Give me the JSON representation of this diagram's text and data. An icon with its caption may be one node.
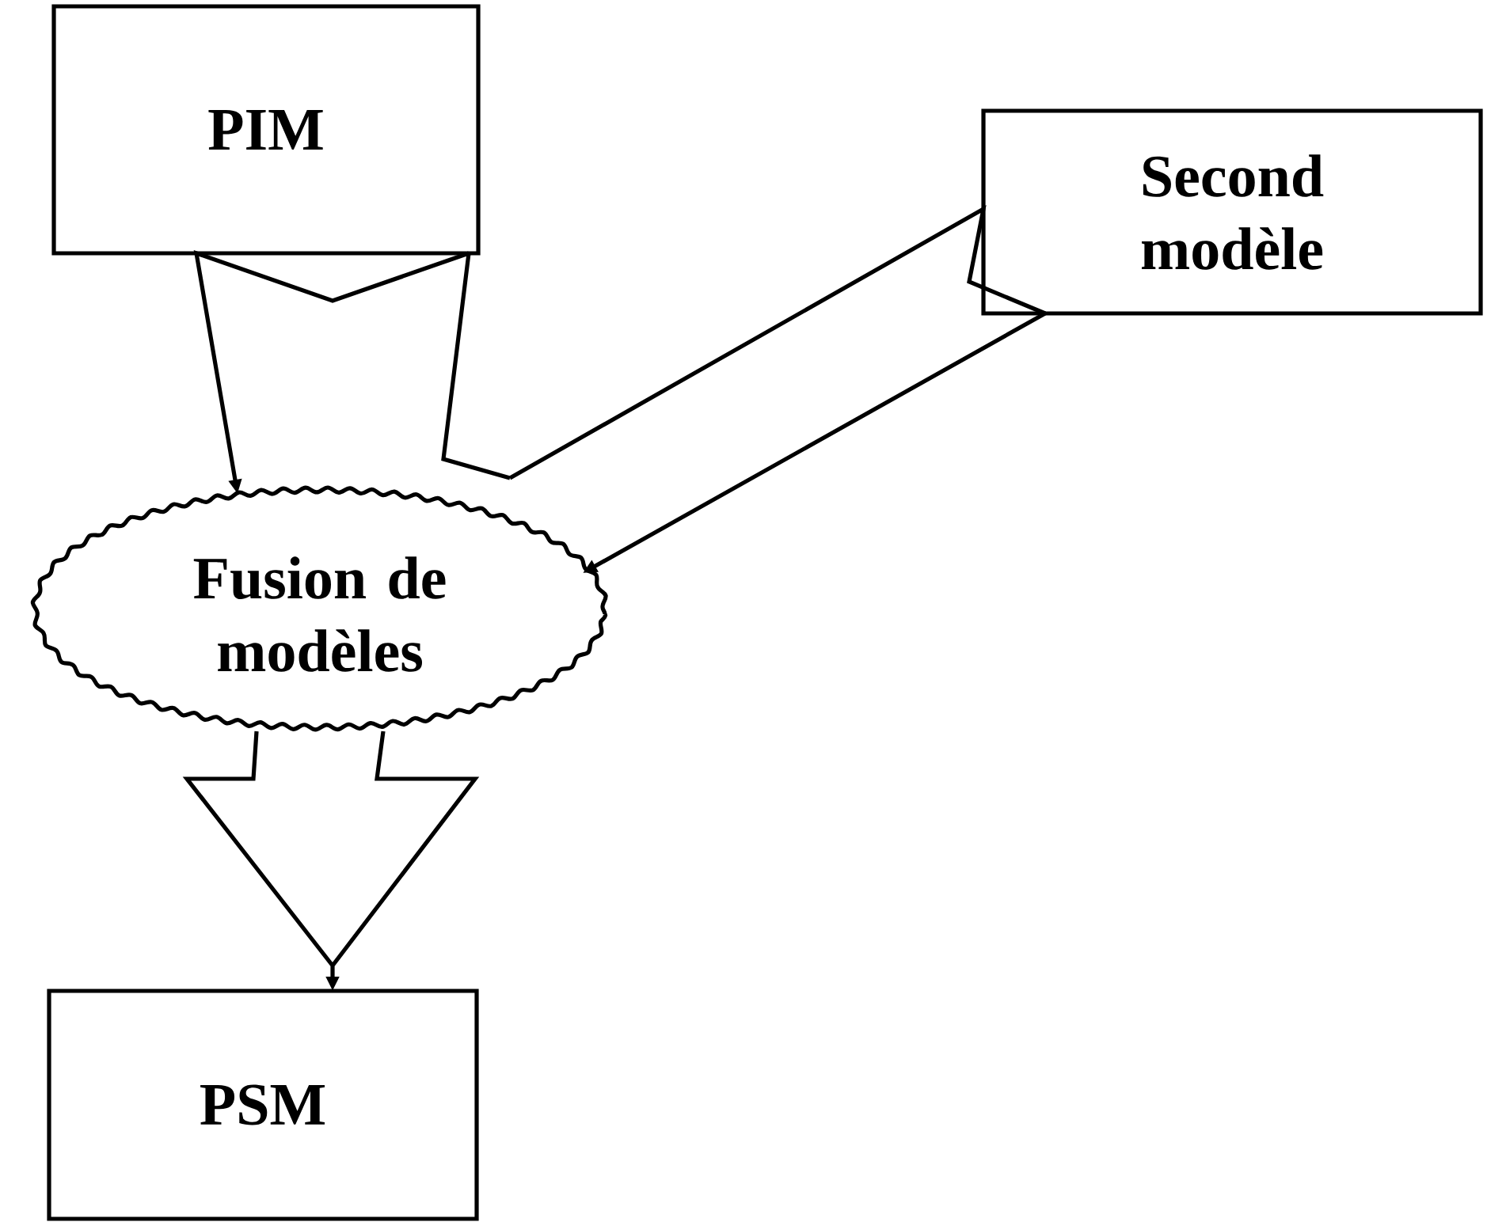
{
  "diagram": {
    "nodes": [
      {
        "text": [
          "PIM"
        ]
      },
      {
        "text": [
          "Second modèle"
        ]
      },
      {
        "text": [
          "Fusion de modèles"
        ]
      },
      {
        "text": [
          "PSM"
        ]
      }
    ],
    "edges": [
      {
        "from": 0,
        "to": 2,
        "arrow": "to"
      },
      {
        "from": 1,
        "to": 2,
        "arrow": "to"
      },
      {
        "from": 2,
        "to": 3,
        "arrow": "to"
      }
    ]
  }
}
